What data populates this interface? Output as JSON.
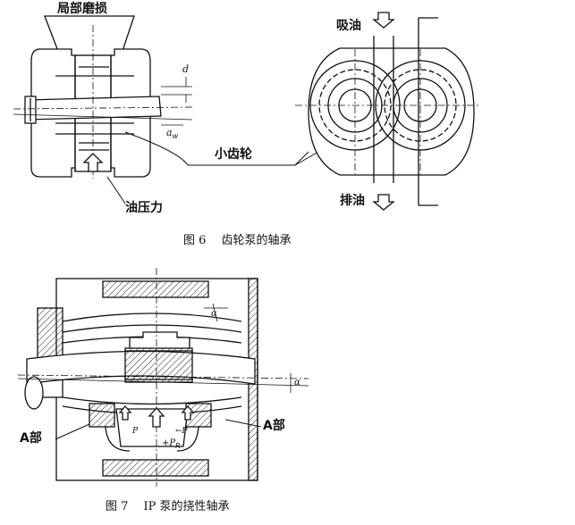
{
  "fig6": {
    "callout_wear": "局部磨损",
    "callout_small_gear": "小齿轮",
    "callout_oil_pressure": "油压力",
    "callout_suction": "吸油",
    "callout_discharge": "排油",
    "dim_d": "d",
    "dim_aw": "a",
    "dim_aw_sub": "w",
    "caption": "图 6　 齿轮泵的轴承"
  },
  "fig7": {
    "label_a_left": "A部",
    "label_a_right": "A部",
    "force_p_left": "P",
    "force_p_right": "←P",
    "force_pr": "+P",
    "force_pr_sub": "R",
    "angle_alpha_top": "α",
    "angle_alpha_right": "α",
    "caption": "图 7　 IP 泵的挠性轴承"
  },
  "colors": {
    "ink": "#111111",
    "hatch": "#222222",
    "background": "#ffffff"
  }
}
